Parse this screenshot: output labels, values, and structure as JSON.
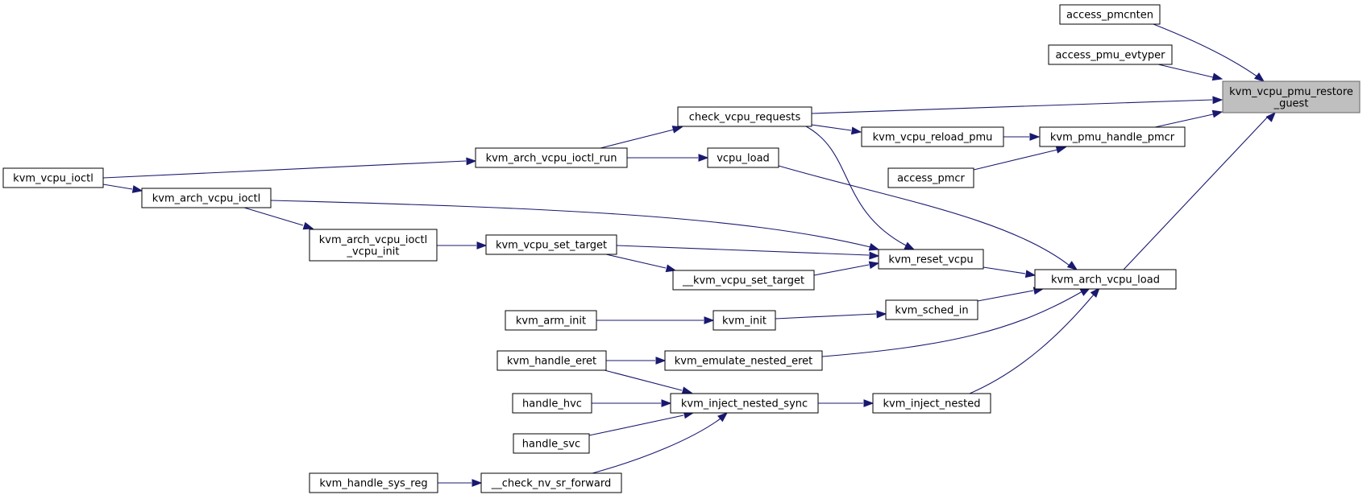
{
  "diagram": {
    "type": "call-graph",
    "colors": {
      "edge": "#191970",
      "node_border": "#000000",
      "root_fill": "#bfbfbf",
      "node_fill": "#ffffff"
    },
    "nodes": [
      {
        "id": "restore",
        "label": [
          "kvm_vcpu_pmu_restore",
          "_guest"
        ],
        "root": true
      },
      {
        "id": "pmcnten",
        "label": [
          "access_pmcnten"
        ]
      },
      {
        "id": "evtyper",
        "label": [
          "access_pmu_evtyper"
        ]
      },
      {
        "id": "check_req",
        "label": [
          "check_vcpu_requests"
        ]
      },
      {
        "id": "reload_pmu",
        "label": [
          "kvm_vcpu_reload_pmu"
        ]
      },
      {
        "id": "handle_pmcr",
        "label": [
          "kvm_pmu_handle_pmcr"
        ]
      },
      {
        "id": "access_pmcr",
        "label": [
          "access_pmcr"
        ]
      },
      {
        "id": "ioctl_run",
        "label": [
          "kvm_arch_vcpu_ioctl_run"
        ]
      },
      {
        "id": "vcpu_load",
        "label": [
          "vcpu_load"
        ]
      },
      {
        "id": "vcpu_ioctl",
        "label": [
          "kvm_vcpu_ioctl"
        ]
      },
      {
        "id": "arch_ioctl",
        "label": [
          "kvm_arch_vcpu_ioctl"
        ]
      },
      {
        "id": "ioctl_init",
        "label": [
          "kvm_arch_vcpu_ioctl",
          "_vcpu_init"
        ]
      },
      {
        "id": "set_target",
        "label": [
          "kvm_vcpu_set_target"
        ]
      },
      {
        "id": "__set_target",
        "label": [
          "__kvm_vcpu_set_target"
        ]
      },
      {
        "id": "reset_vcpu",
        "label": [
          "kvm_reset_vcpu"
        ]
      },
      {
        "id": "arch_load",
        "label": [
          "kvm_arch_vcpu_load"
        ]
      },
      {
        "id": "arm_init",
        "label": [
          "kvm_arm_init"
        ]
      },
      {
        "id": "kvm_init",
        "label": [
          "kvm_init"
        ]
      },
      {
        "id": "sched_in",
        "label": [
          "kvm_sched_in"
        ]
      },
      {
        "id": "handle_eret",
        "label": [
          "kvm_handle_eret"
        ]
      },
      {
        "id": "emulate_eret",
        "label": [
          "kvm_emulate_nested_eret"
        ]
      },
      {
        "id": "handle_hvc",
        "label": [
          "handle_hvc"
        ]
      },
      {
        "id": "inject_sync",
        "label": [
          "kvm_inject_nested_sync"
        ]
      },
      {
        "id": "inject_nested",
        "label": [
          "kvm_inject_nested"
        ]
      },
      {
        "id": "handle_svc",
        "label": [
          "handle_svc"
        ]
      },
      {
        "id": "sys_reg",
        "label": [
          "kvm_handle_sys_reg"
        ]
      },
      {
        "id": "check_nv",
        "label": [
          "__check_nv_sr_forward"
        ]
      }
    ],
    "edges": [
      {
        "from": "pmcnten",
        "to": "restore"
      },
      {
        "from": "evtyper",
        "to": "restore"
      },
      {
        "from": "check_req",
        "to": "restore"
      },
      {
        "from": "handle_pmcr",
        "to": "restore"
      },
      {
        "from": "arch_load",
        "to": "restore"
      },
      {
        "from": "check_req",
        "to": "reload_pmu"
      },
      {
        "from": "reload_pmu",
        "to": "handle_pmcr"
      },
      {
        "from": "access_pmcr",
        "to": "handle_pmcr"
      },
      {
        "from": "ioctl_run",
        "to": "check_req"
      },
      {
        "from": "ioctl_run",
        "to": "vcpu_load"
      },
      {
        "from": "vcpu_ioctl",
        "to": "ioctl_run"
      },
      {
        "from": "vcpu_ioctl",
        "to": "arch_ioctl"
      },
      {
        "from": "arch_ioctl",
        "to": "ioctl_init"
      },
      {
        "from": "arch_ioctl",
        "to": "reset_vcpu"
      },
      {
        "from": "ioctl_init",
        "to": "set_target"
      },
      {
        "from": "set_target",
        "to": "reset_vcpu"
      },
      {
        "from": "set_target",
        "to": "__set_target"
      },
      {
        "from": "__set_target",
        "to": "reset_vcpu"
      },
      {
        "from": "check_req",
        "to": "reset_vcpu"
      },
      {
        "from": "reset_vcpu",
        "to": "arch_load"
      },
      {
        "from": "vcpu_load",
        "to": "arch_load"
      },
      {
        "from": "sched_in",
        "to": "arch_load"
      },
      {
        "from": "emulate_eret",
        "to": "arch_load"
      },
      {
        "from": "inject_nested",
        "to": "arch_load"
      },
      {
        "from": "arm_init",
        "to": "kvm_init"
      },
      {
        "from": "kvm_init",
        "to": "sched_in"
      },
      {
        "from": "handle_eret",
        "to": "emulate_eret"
      },
      {
        "from": "handle_eret",
        "to": "inject_sync"
      },
      {
        "from": "handle_hvc",
        "to": "inject_sync"
      },
      {
        "from": "handle_svc",
        "to": "inject_sync"
      },
      {
        "from": "check_nv",
        "to": "inject_sync"
      },
      {
        "from": "sys_reg",
        "to": "check_nv"
      },
      {
        "from": "inject_sync",
        "to": "inject_nested"
      }
    ]
  }
}
